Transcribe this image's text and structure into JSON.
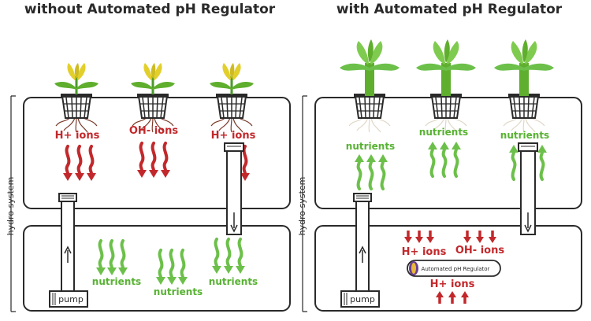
{
  "left": {
    "title": "without Automated pH Regulator",
    "side_label": "hydro system",
    "top_labels": [
      "H+ ions",
      "OH- ions",
      "H+ ions"
    ],
    "bottom_labels": [
      "nutrients",
      "nutrients",
      "nutrients"
    ],
    "pump_label": "pump"
  },
  "right": {
    "title": "with Automated pH Regulator",
    "side_label": "hydro system",
    "top_labels": [
      "nutrients",
      "nutrients",
      "nutrients"
    ],
    "bottom_top_labels": [
      "H+ ions",
      "OH- ions"
    ],
    "regulator_label": "Automated pH Regulator",
    "bottom_bottom_label": "H+ ions",
    "pump_label": "pump"
  },
  "colors": {
    "outline": "#2a2a2a",
    "red_ions": "#c2282b",
    "green_nutrients": "#6cc04a",
    "healthy_leaf": "#5fae2e",
    "stressed_leaf": "#e3cf2c"
  }
}
